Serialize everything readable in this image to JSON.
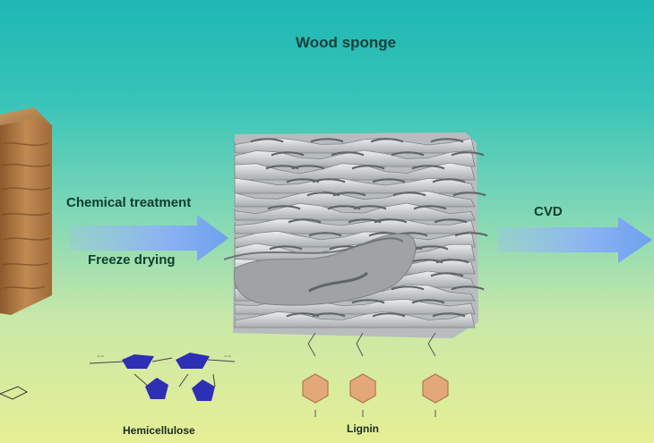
{
  "diagram": {
    "title": "Wood sponge",
    "steps": {
      "chemical_treatment": "Chemical treatment",
      "freeze_drying": "Freeze drying",
      "cvd": "CVD"
    },
    "components": {
      "hemicellulose": "Hemicellulose",
      "lignin": "Lignin"
    },
    "colors": {
      "background_top": "#1fb7b4",
      "background_bottom": "#e6ef95",
      "arrow": "#8fb6f2",
      "hemicellulose_ring": "#2d2fb5",
      "lignin_ring": "#e3a877",
      "wood": "#b07a43",
      "sponge": "#c9cbcc"
    }
  }
}
